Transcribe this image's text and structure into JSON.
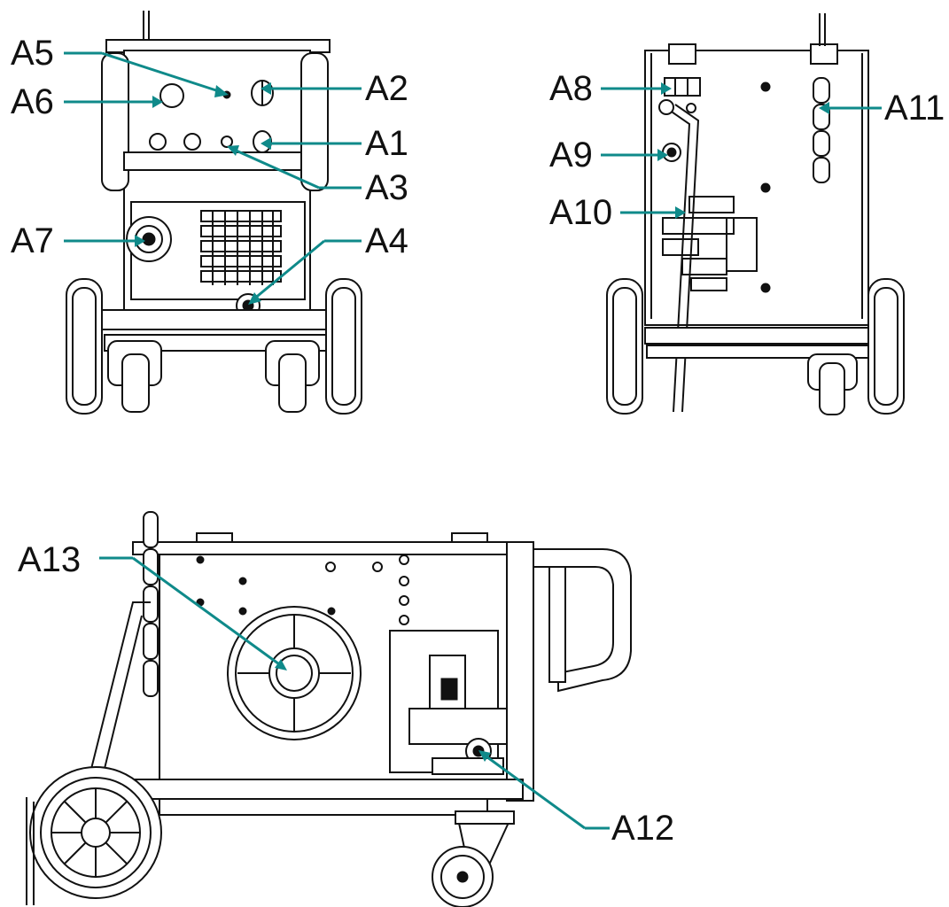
{
  "labels": {
    "A1": "A1",
    "A2": "A2",
    "A3": "A3",
    "A4": "A4",
    "A5": "A5",
    "A6": "A6",
    "A7": "A7",
    "A8": "A8",
    "A9": "A9",
    "A10": "A10",
    "A11": "A11",
    "A12": "A12",
    "A13": "A13"
  },
  "colors": {
    "callout": "#0f8a8a",
    "line": "#111111",
    "background": "#ffffff"
  }
}
